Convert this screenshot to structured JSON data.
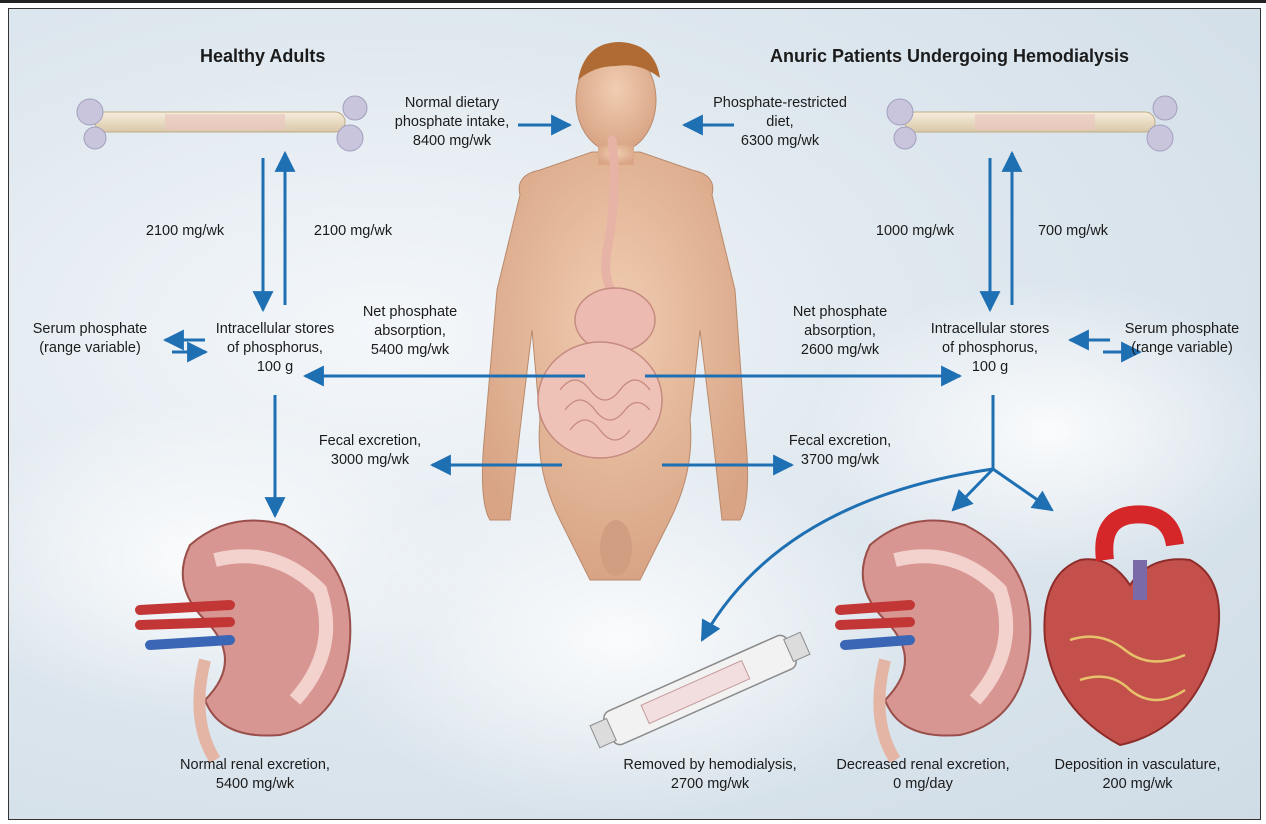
{
  "headings": {
    "left": "Healthy Adults",
    "right": "Anuric Patients Undergoing Hemodialysis"
  },
  "healthy": {
    "intake": "Normal dietary\nphosphate intake,\n8400 mg/wk",
    "bone_out": "2100 mg/wk",
    "bone_in": "2100 mg/wk",
    "serum": "Serum phosphate\n(range variable)",
    "stores": "Intracellular stores\nof phosphorus,\n100 g",
    "absorption": "Net phosphate\nabsorption,\n5400 mg/wk",
    "fecal": "Fecal excretion,\n3000 mg/wk",
    "renal": "Normal renal excretion,\n5400 mg/wk"
  },
  "dialysis": {
    "intake": "Phosphate-restricted\ndiet,\n6300 mg/wk",
    "bone_out": "1000 mg/wk",
    "bone_in": "700 mg/wk",
    "serum": "Serum phosphate\n(range variable)",
    "stores": "Intracellular stores\nof phosphorus,\n100 g",
    "absorption": "Net phosphate\nabsorption,\n2600 mg/wk",
    "fecal": "Fecal excretion,\n3700 mg/wk",
    "hemodialysis": "Removed by hemodialysis,\n2700 mg/wk",
    "renal": "Decreased renal excretion,\n0 mg/day",
    "vasculature": "Deposition in vasculature,\n200 mg/wk"
  },
  "colors": {
    "arrow": "#1f6fb3",
    "skin": "#e9bfa2",
    "bone": "#efe3cf",
    "kidney": "#d88f8a",
    "heart": "#c23b3b"
  },
  "icons": [
    "human-figure-illustration",
    "femur-bone-icon",
    "kidney-icon",
    "heart-icon",
    "dialyzer-icon"
  ]
}
